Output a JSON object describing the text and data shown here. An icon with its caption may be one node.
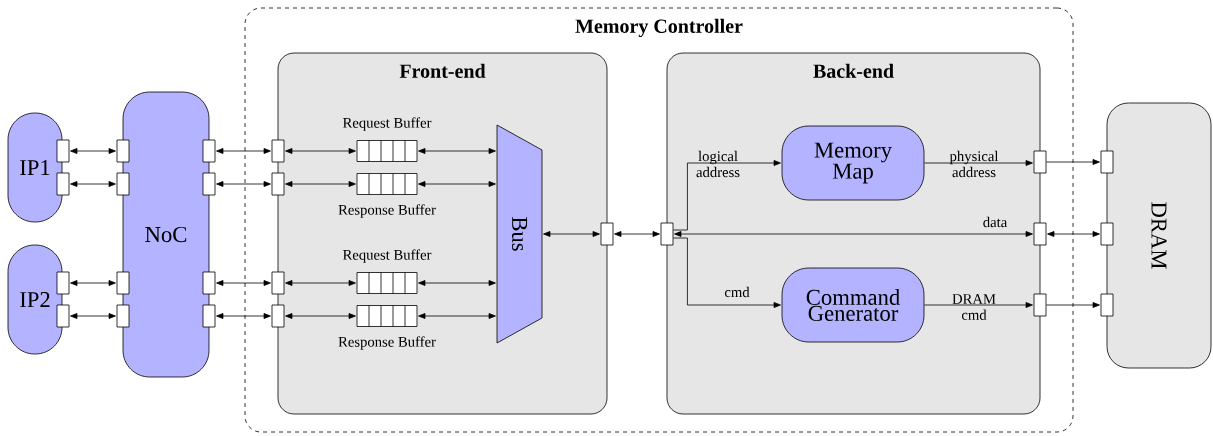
{
  "diagram": {
    "nodes": [
      {
        "text": [
          "Memory Controller"
        ]
      },
      {
        "text": [
          "IP1"
        ]
      },
      {
        "text": [
          "IP2"
        ]
      },
      {
        "text": [
          "NoC"
        ]
      },
      {
        "text": [
          "Front-end"
        ],
        "in": 0
      },
      {
        "text": [
          "Back-end"
        ],
        "in": 0
      },
      {
        "text": [
          "DRAM"
        ]
      },
      {
        "text": [
          "Bus"
        ],
        "in": 4
      },
      {
        "text": [
          "Memory Map"
        ],
        "in": 5
      },
      {
        "text": [
          "Command Generator"
        ],
        "in": 5
      },
      {
        "text": [],
        "shape": "box",
        "beside": [
          "Request Buffer"
        ],
        "in": 4
      },
      {
        "text": [],
        "shape": "box",
        "beside": [
          "Response Buffer"
        ],
        "in": 4
      },
      {
        "text": [],
        "shape": "box",
        "beside": [
          "Request Buffer"
        ],
        "in": 4
      },
      {
        "text": [],
        "shape": "box",
        "beside": [
          "Response Buffer"
        ],
        "in": 4
      },
      {
        "text": [],
        "shape": "box"
      },
      {
        "text": [],
        "shape": "box"
      },
      {
        "text": [],
        "shape": "box"
      },
      {
        "text": [],
        "shape": "box"
      },
      {
        "text": [],
        "shape": "box"
      },
      {
        "text": [],
        "shape": "box"
      },
      {
        "text": [],
        "shape": "box"
      },
      {
        "text": [],
        "shape": "box"
      },
      {
        "text": [],
        "shape": "box"
      },
      {
        "text": [],
        "shape": "box"
      },
      {
        "text": [],
        "shape": "box"
      },
      {
        "text": [],
        "shape": "box"
      },
      {
        "text": [],
        "shape": "box",
        "in": 0
      },
      {
        "text": [],
        "shape": "box",
        "in": 0
      },
      {
        "text": [],
        "shape": "box",
        "in": 0
      },
      {
        "text": [],
        "shape": "box",
        "in": 0
      },
      {
        "text": [],
        "shape": "box",
        "in": 0
      },
      {
        "text": [],
        "shape": "box",
        "in": 0
      },
      {
        "text": [],
        "shape": "box",
        "in": 0
      },
      {
        "text": [],
        "shape": "box",
        "in": 0
      },
      {
        "text": [],
        "shape": "box",
        "in": 0
      },
      {
        "text": [],
        "shape": "box"
      },
      {
        "text": [],
        "shape": "box"
      },
      {
        "text": [],
        "shape": "box"
      }
    ],
    "edges": [
      {
        "from": 14,
        "to": 18,
        "arrow": "both"
      },
      {
        "from": 15,
        "to": 19,
        "arrow": "both"
      },
      {
        "from": 16,
        "to": 20,
        "arrow": "both"
      },
      {
        "from": 17,
        "to": 21,
        "arrow": "both"
      },
      {
        "from": 22,
        "to": 26,
        "arrow": "both"
      },
      {
        "from": 23,
        "to": 27,
        "arrow": "both"
      },
      {
        "from": 24,
        "to": 28,
        "arrow": "both"
      },
      {
        "from": 25,
        "to": 29,
        "arrow": "both"
      },
      {
        "from": 26,
        "to": 10,
        "arrow": "both"
      },
      {
        "from": 27,
        "to": 11,
        "arrow": "both"
      },
      {
        "from": 28,
        "to": 12,
        "arrow": "both"
      },
      {
        "from": 29,
        "to": 13,
        "arrow": "both"
      },
      {
        "from": 10,
        "to": 7,
        "arrow": "both"
      },
      {
        "from": 11,
        "to": 7,
        "arrow": "both"
      },
      {
        "from": 12,
        "to": 7,
        "arrow": "both"
      },
      {
        "from": 13,
        "to": 7,
        "arrow": "both"
      },
      {
        "from": 7,
        "to": 30,
        "arrow": "both"
      },
      {
        "from": 30,
        "to": 31,
        "arrow": "both"
      },
      {
        "from": 31,
        "to": 8,
        "arrow": "to",
        "label": "logical address"
      },
      {
        "from": 31,
        "to": 9,
        "arrow": "to",
        "label": "cmd"
      },
      {
        "from": 33,
        "to": 31,
        "arrow": "both",
        "label": "data"
      },
      {
        "from": 8,
        "to": 32,
        "arrow": "to",
        "label": "physical address"
      },
      {
        "from": 9,
        "to": 34,
        "arrow": "to",
        "label": "DRAM cmd"
      },
      {
        "from": 32,
        "to": 35,
        "arrow": "to"
      },
      {
        "from": 33,
        "to": 36,
        "arrow": "both"
      },
      {
        "from": 34,
        "to": 37,
        "arrow": "to"
      }
    ]
  }
}
